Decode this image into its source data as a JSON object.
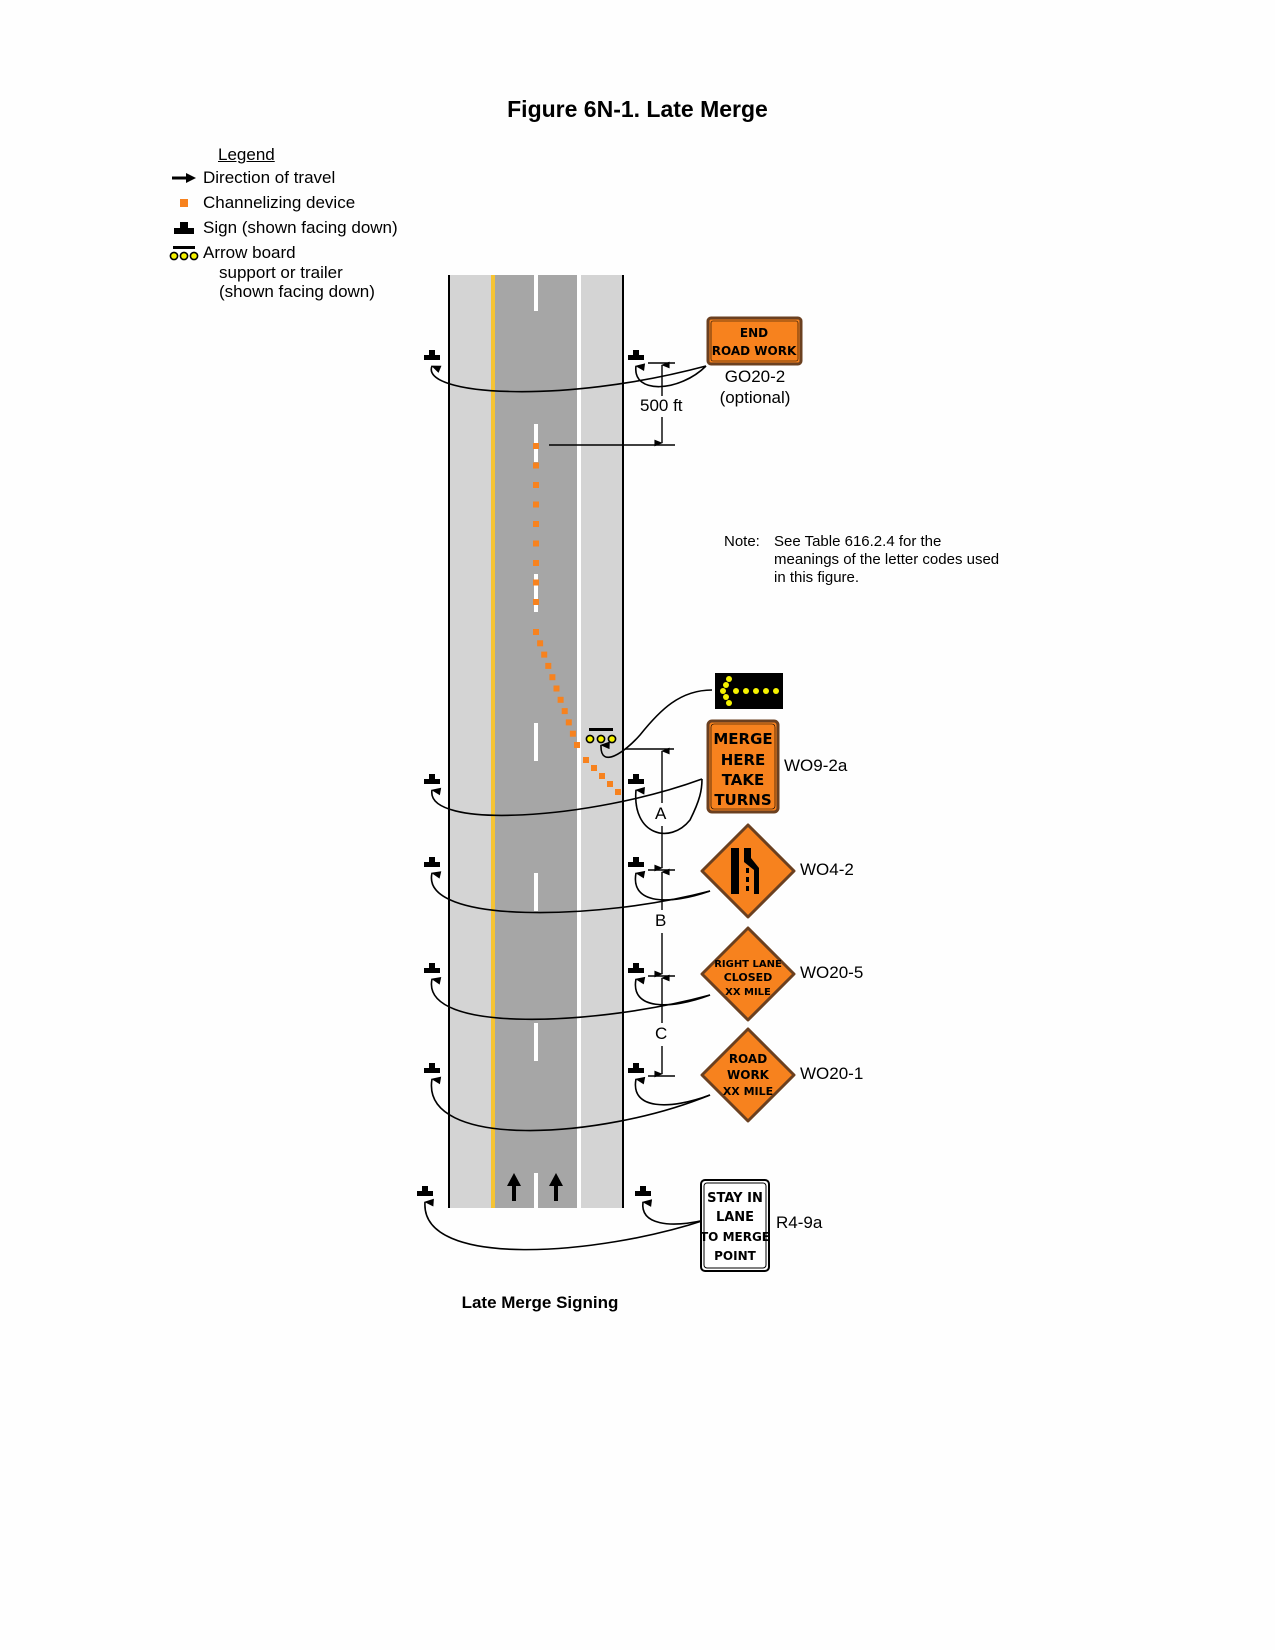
{
  "figure": {
    "title": "Figure 6N-1.  Late Merge",
    "caption": "Late Merge Signing"
  },
  "legend": {
    "title": "Legend",
    "items": [
      {
        "icon": "direction-arrow-icon",
        "label": "Direction of travel"
      },
      {
        "icon": "channelizing-device-icon",
        "label": "Channelizing device"
      },
      {
        "icon": "sign-icon",
        "label": "Sign (shown facing down)"
      },
      {
        "icon": "arrow-board-icon",
        "label": "Arrow board",
        "sub1": "support or trailer",
        "sub2": "(shown facing down)"
      }
    ]
  },
  "note": {
    "label": "Note:",
    "text": "See Table 616.2.4 for the meanings of the letter codes used in this figure."
  },
  "dimensions": {
    "end_spacing": "500 ft",
    "a": "A",
    "b": "B",
    "c": "C"
  },
  "signs": [
    {
      "code": "GO20-2",
      "qualifier": "(optional)",
      "lines": [
        "END",
        "ROAD WORK"
      ],
      "shape": "rectangle",
      "color": "#f7821e"
    },
    {
      "code": "",
      "lines": [],
      "shape": "arrow-board-panel",
      "color": "#000000"
    },
    {
      "code": "WO9-2a",
      "lines": [
        "MERGE",
        "HERE",
        "TAKE",
        "TURNS"
      ],
      "shape": "rectangle",
      "color": "#f7821e"
    },
    {
      "code": "WO4-2",
      "lines": [],
      "shape": "diamond-lane-reduction",
      "color": "#f7821e"
    },
    {
      "code": "WO20-5",
      "lines": [
        "RIGHT LANE",
        "CLOSED",
        "XX MILE"
      ],
      "shape": "diamond",
      "color": "#f7821e"
    },
    {
      "code": "WO20-1",
      "lines": [
        "ROAD",
        "WORK",
        "XX MILE"
      ],
      "shape": "diamond",
      "color": "#f7821e"
    },
    {
      "code": "R4-9a",
      "lines": [
        "STAY IN",
        "LANE",
        "TO MERGE",
        "POINT"
      ],
      "shape": "rectangle",
      "color": "#ffffff"
    }
  ],
  "colors": {
    "shoulder": "#d4d4d4",
    "travel_lane": "#a6a6a6",
    "yellow_edge": "#f6c433",
    "channelizer": "#f7821e",
    "arrow_board_lamp": "#f5f200"
  }
}
